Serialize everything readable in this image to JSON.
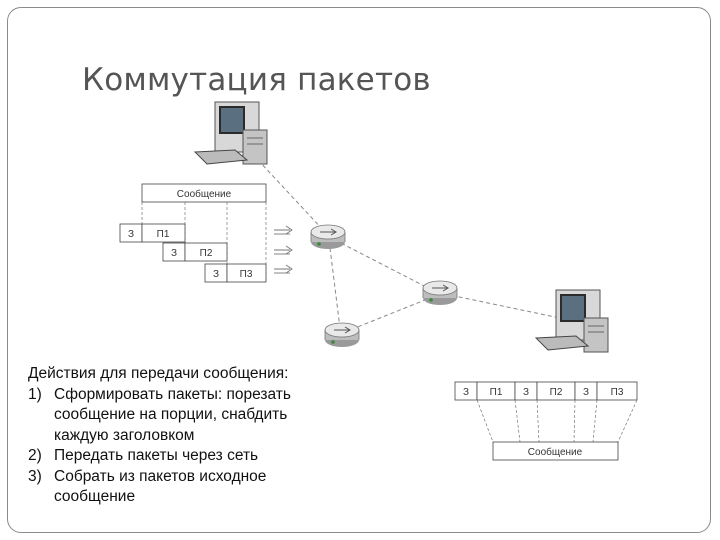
{
  "slide": {
    "title": "Коммутация пакетов"
  },
  "top_diagram": {
    "message_label": "Сообщение",
    "header_label": "З",
    "packets": [
      "П1",
      "П2",
      "П3"
    ]
  },
  "bottom_diagram": {
    "header_label": "З",
    "packets": [
      "П1",
      "П2",
      "П3"
    ],
    "message_label": "Сообщение"
  },
  "steps": {
    "intro": "Действия для передачи сообщения:",
    "items": [
      {
        "num": "1)",
        "lines": [
          "Сформировать пакеты: порезать",
          "сообщение на порции, снабдить",
          "каждую заголовком"
        ]
      },
      {
        "num": "2)",
        "lines": [
          "Передать пакеты через сеть"
        ]
      },
      {
        "num": "3)",
        "lines": [
          "Собрать из пакетов исходное",
          "сообщение"
        ]
      }
    ]
  }
}
